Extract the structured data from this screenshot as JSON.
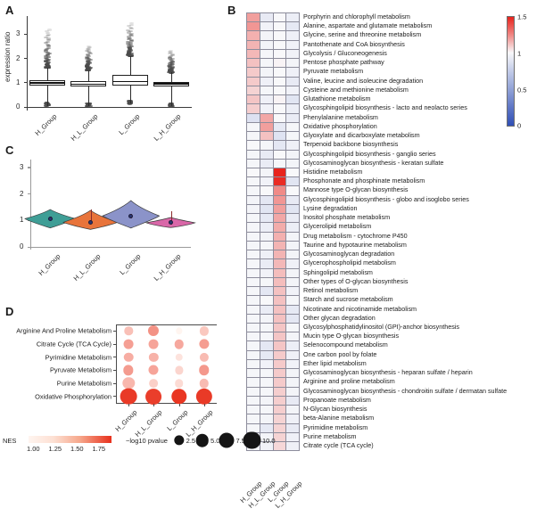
{
  "figure": {
    "panels": [
      "A",
      "B",
      "C",
      "D"
    ],
    "groups": [
      "H_Group",
      "H_L_Group",
      "L_Group",
      "L_H_Group"
    ]
  },
  "chart_data": [
    {
      "panel": "A",
      "type": "boxplot",
      "title": "",
      "xlabel": "",
      "ylabel": "expression ratio",
      "ylim": [
        0,
        3.6
      ],
      "yticks": [
        0,
        1,
        2,
        3
      ],
      "categories": [
        "H_Group",
        "H_L_Group",
        "L_Group",
        "L_H_Group"
      ],
      "boxes": [
        {
          "name": "H_Group",
          "min": 0.05,
          "q1": 0.88,
          "median": 1.0,
          "q3": 1.12,
          "max": 1.62,
          "outlier_high": 3.25,
          "outlier_low": 0.05
        },
        {
          "name": "H_L_Group",
          "min": 0.03,
          "q1": 0.84,
          "median": 0.94,
          "q3": 1.06,
          "max": 1.52,
          "outlier_high": 2.55,
          "outlier_low": 0.03
        },
        {
          "name": "L_Group",
          "min": 0.13,
          "q1": 0.88,
          "median": 1.04,
          "q3": 1.33,
          "max": 2.1,
          "outlier_high": 3.5,
          "outlier_low": 0.13
        },
        {
          "name": "L_H_Group",
          "min": 0.02,
          "q1": 0.86,
          "median": 0.95,
          "q3": 1.04,
          "max": 1.42,
          "outlier_high": 2.35,
          "outlier_low": 0.02
        }
      ]
    },
    {
      "panel": "B",
      "type": "heatmap",
      "title": "",
      "colorbar": {
        "min": 0,
        "max": 1.5,
        "ticks": [
          "1.5",
          "1",
          "0.5",
          "0"
        ],
        "low_color": "#2f4fb5",
        "mid_color": "#f7f7f7",
        "high_color": "#e8231c"
      },
      "columns": [
        "H_Group",
        "H_L_Group",
        "L_Group",
        "L_H_Group"
      ],
      "rows": [
        {
          "label": "Porphyrin and chlorophyll metabolism",
          "values": [
            1.2,
            0.93,
            1.0,
            0.95
          ]
        },
        {
          "label": "Alanine, aspartate and glutamate metabolism",
          "values": [
            1.22,
            0.97,
            1.0,
            0.92
          ]
        },
        {
          "label": "Glycine, serine and threonine metabolism",
          "values": [
            1.16,
            0.98,
            1.0,
            0.96
          ]
        },
        {
          "label": "Pantothenate and CoA biosynthesis",
          "values": [
            1.15,
            0.98,
            1.0,
            0.97
          ]
        },
        {
          "label": "Glycolysis / Gluconeogenesis",
          "values": [
            1.14,
            0.99,
            1.0,
            0.97
          ]
        },
        {
          "label": "Pentose phosphate pathway",
          "values": [
            1.12,
            0.99,
            1.01,
            0.98
          ]
        },
        {
          "label": "Pyruvate metabolism",
          "values": [
            1.1,
            0.98,
            1.0,
            0.96
          ]
        },
        {
          "label": "Valine, leucine and isoleucine degradation",
          "values": [
            1.1,
            0.96,
            1.0,
            0.93
          ]
        },
        {
          "label": "Cysteine and methionine metabolism",
          "values": [
            1.08,
            0.99,
            1.0,
            0.97
          ]
        },
        {
          "label": "Glutathione metabolism",
          "values": [
            1.11,
            0.96,
            1.01,
            0.9
          ]
        },
        {
          "label": "Glycosphingolipid biosynthesis - lacto and neolacto series",
          "values": [
            1.09,
            0.97,
            1.0,
            0.95
          ]
        },
        {
          "label": "Phenylalanine metabolism",
          "values": [
            0.88,
            1.18,
            1.0,
            0.94
          ]
        },
        {
          "label": "Oxidative phosphorylation",
          "values": [
            0.99,
            1.2,
            0.92,
            0.99
          ]
        },
        {
          "label": "Glyoxylate and dicarboxylate metabolism",
          "values": [
            0.99,
            1.12,
            0.89,
            0.99
          ]
        },
        {
          "label": "Terpenoid backbone biosynthesis",
          "values": [
            1.0,
            0.99,
            0.91,
            0.96
          ]
        },
        {
          "label": "Glycosphingolipid biosynthesis - ganglio series",
          "values": [
            0.99,
            0.93,
            1.0,
            0.98
          ]
        },
        {
          "label": "Glycosaminoglycan biosynthesis - keratan sulfate",
          "values": [
            0.99,
            0.94,
            0.99,
            0.98
          ]
        },
        {
          "label": "Histidine metabolism",
          "values": [
            1.0,
            0.98,
            1.5,
            1.0
          ]
        },
        {
          "label": "Phosphonate and phosphinate metabolism",
          "values": [
            0.99,
            0.97,
            1.48,
            0.9
          ]
        },
        {
          "label": "Mannose type O-glycan biosynthesis",
          "values": [
            0.99,
            1.0,
            1.25,
            1.0
          ]
        },
        {
          "label": "Glycosphingolipid biosynthesis - globo and isoglobo series",
          "values": [
            0.98,
            0.91,
            1.22,
            0.93
          ]
        },
        {
          "label": "Lysine degradation",
          "values": [
            0.98,
            0.9,
            1.2,
            0.9
          ]
        },
        {
          "label": "Inositol phosphate metabolism",
          "values": [
            0.99,
            0.92,
            1.18,
            0.94
          ]
        },
        {
          "label": "Glycerolipid metabolism",
          "values": [
            0.99,
            0.95,
            1.17,
            0.95
          ]
        },
        {
          "label": "Drug metabolism - cytochrome P450",
          "values": [
            0.99,
            0.98,
            1.16,
            0.98
          ]
        },
        {
          "label": "Taurine and hypotaurine metabolism",
          "values": [
            0.99,
            0.99,
            1.15,
            0.98
          ]
        },
        {
          "label": "Glycosaminoglycan degradation",
          "values": [
            0.99,
            0.96,
            1.15,
            0.98
          ]
        },
        {
          "label": "Glycerophospholipid metabolism",
          "values": [
            0.99,
            0.94,
            1.14,
            0.96
          ]
        },
        {
          "label": "Sphingolipid metabolism",
          "values": [
            0.99,
            0.97,
            1.13,
            0.98
          ]
        },
        {
          "label": "Other types of O-glycan biosynthesis",
          "values": [
            0.99,
            0.99,
            1.13,
            0.98
          ]
        },
        {
          "label": "Retinol metabolism",
          "values": [
            0.99,
            0.91,
            1.12,
            0.97
          ]
        },
        {
          "label": "Starch and sucrose metabolism",
          "values": [
            0.99,
            1.0,
            1.12,
            0.99
          ]
        },
        {
          "label": "Nicotinate and nicotinamide metabolism",
          "values": [
            0.99,
            0.94,
            1.12,
            0.92
          ]
        },
        {
          "label": "Other glycan degradation",
          "values": [
            0.99,
            0.98,
            1.12,
            0.91
          ]
        },
        {
          "label": "Glycosylphosphatidylinositol (GPI)-anchor biosynthesis",
          "values": [
            0.99,
            0.99,
            1.11,
            0.99
          ]
        },
        {
          "label": "Mucin type O-glycan biosynthesis",
          "values": [
            0.99,
            0.99,
            1.11,
            0.98
          ]
        },
        {
          "label": "Selenocompound metabolism",
          "values": [
            0.99,
            0.91,
            1.11,
            0.95
          ]
        },
        {
          "label": "One carbon pool by folate",
          "values": [
            0.99,
            0.92,
            1.1,
            0.96
          ]
        },
        {
          "label": "Ether lipid metabolism",
          "values": [
            0.99,
            0.97,
            1.1,
            0.97
          ]
        },
        {
          "label": "Glycosaminoglycan biosynthesis - heparan sulfate / heparin",
          "values": [
            0.99,
            0.99,
            1.1,
            0.98
          ]
        },
        {
          "label": "Arginine and proline metabolism",
          "values": [
            0.99,
            0.99,
            1.1,
            0.98
          ]
        },
        {
          "label": "Glycosaminoglycan biosynthesis - chondroitin sulfate / dermatan sulfate",
          "values": [
            0.99,
            0.99,
            1.09,
            0.98
          ]
        },
        {
          "label": "Propanoate metabolism",
          "values": [
            0.99,
            0.98,
            1.09,
            0.93
          ]
        },
        {
          "label": "N-Glycan biosynthesis",
          "values": [
            0.99,
            0.99,
            1.09,
            0.98
          ]
        },
        {
          "label": "beta-Alanine metabolism",
          "values": [
            0.99,
            0.98,
            1.08,
            0.96
          ]
        },
        {
          "label": "Pyrimidine metabolism",
          "values": [
            0.99,
            0.92,
            1.08,
            0.93
          ]
        },
        {
          "label": "Purine metabolism",
          "values": [
            0.99,
            0.98,
            1.08,
            0.96
          ]
        },
        {
          "label": "Citrate cycle (TCA cycle)",
          "values": [
            0.99,
            0.97,
            1.07,
            0.96
          ]
        }
      ]
    },
    {
      "panel": "C",
      "type": "violin",
      "title": "",
      "xlabel": "",
      "ylabel": "",
      "ylim": [
        0,
        3.2
      ],
      "yticks": [
        0,
        1,
        2,
        3
      ],
      "categories": [
        "H_Group",
        "H_L_Group",
        "L_Group",
        "L_H_Group"
      ],
      "violins": [
        {
          "name": "H_Group",
          "color": "#3f9e96",
          "center": 1.07,
          "width": 0.55,
          "spread_low": 0.72,
          "spread_high": 1.42,
          "err_low": 1.0,
          "err_high": 1.14
        },
        {
          "name": "H_L_Group",
          "color": "#e8743b",
          "center": 0.93,
          "width": 0.4,
          "spread_low": 0.66,
          "spread_high": 1.38,
          "err_low": 0.86,
          "err_high": 1.42
        },
        {
          "name": "L_Group",
          "color": "#8b93c9",
          "center": 1.16,
          "width": 0.3,
          "spread_low": 0.7,
          "spread_high": 1.74,
          "err_low": 1.08,
          "err_high": 1.24
        },
        {
          "name": "L_H_Group",
          "color": "#d967a8",
          "center": 0.92,
          "width": 0.62,
          "spread_low": 0.74,
          "spread_high": 1.12,
          "err_low": 0.84,
          "err_high": 1.34
        }
      ]
    },
    {
      "panel": "D",
      "type": "scatter",
      "title": "",
      "xlabel": "",
      "ylabel": "",
      "categories": [
        "H_Group",
        "H_L_Group",
        "L_Group",
        "L_H_Group"
      ],
      "pathways": [
        "Arginine And Proline Metabolism",
        "Citrate Cycle (TCA Cycle)",
        "Pyrimidine Metabolism",
        "Pyruvate Metabolism",
        "Purine Metabolism",
        "Oxidative Phosphorylation"
      ],
      "points": [
        {
          "pathway": "Arginine And Proline Metabolism",
          "group": "H_Group",
          "nes": 1.18,
          "neglog10p": 1.4
        },
        {
          "pathway": "Arginine And Proline Metabolism",
          "group": "H_L_Group",
          "nes": 1.38,
          "neglog10p": 3.0
        },
        {
          "pathway": "Arginine And Proline Metabolism",
          "group": "L_Group",
          "nes": 1.0,
          "neglog10p": 0.6
        },
        {
          "pathway": "Arginine And Proline Metabolism",
          "group": "L_H_Group",
          "nes": 1.15,
          "neglog10p": 1.8
        },
        {
          "pathway": "Citrate Cycle (TCA Cycle)",
          "group": "H_Group",
          "nes": 1.32,
          "neglog10p": 2.2
        },
        {
          "pathway": "Citrate Cycle (TCA Cycle)",
          "group": "H_L_Group",
          "nes": 1.3,
          "neglog10p": 2.2
        },
        {
          "pathway": "Citrate Cycle (TCA Cycle)",
          "group": "L_Group",
          "nes": 1.28,
          "neglog10p": 2.0
        },
        {
          "pathway": "Citrate Cycle (TCA Cycle)",
          "group": "L_H_Group",
          "nes": 1.33,
          "neglog10p": 2.4
        },
        {
          "pathway": "Pyrimidine Metabolism",
          "group": "H_Group",
          "nes": 1.26,
          "neglog10p": 2.0
        },
        {
          "pathway": "Pyrimidine Metabolism",
          "group": "H_L_Group",
          "nes": 1.24,
          "neglog10p": 1.9
        },
        {
          "pathway": "Pyrimidine Metabolism",
          "group": "L_Group",
          "nes": 1.05,
          "neglog10p": 1.0
        },
        {
          "pathway": "Pyrimidine Metabolism",
          "group": "L_H_Group",
          "nes": 1.2,
          "neglog10p": 1.8
        },
        {
          "pathway": "Pyruvate Metabolism",
          "group": "H_Group",
          "nes": 1.34,
          "neglog10p": 2.5
        },
        {
          "pathway": "Pyruvate Metabolism",
          "group": "H_L_Group",
          "nes": 1.3,
          "neglog10p": 2.3
        },
        {
          "pathway": "Pyruvate Metabolism",
          "group": "L_Group",
          "nes": 1.1,
          "neglog10p": 1.3
        },
        {
          "pathway": "Pyruvate Metabolism",
          "group": "L_H_Group",
          "nes": 1.35,
          "neglog10p": 2.6
        },
        {
          "pathway": "Purine Metabolism",
          "group": "H_Group",
          "nes": 1.22,
          "neglog10p": 4.0
        },
        {
          "pathway": "Purine Metabolism",
          "group": "H_L_Group",
          "nes": 1.12,
          "neglog10p": 1.6
        },
        {
          "pathway": "Purine Metabolism",
          "group": "L_Group",
          "nes": 1.08,
          "neglog10p": 1.5
        },
        {
          "pathway": "Purine Metabolism",
          "group": "L_H_Group",
          "nes": 1.2,
          "neglog10p": 2.0
        },
        {
          "pathway": "Oxidative Phosphorylation",
          "group": "H_Group",
          "nes": 1.8,
          "neglog10p": 9.5
        },
        {
          "pathway": "Oxidative Phosphorylation",
          "group": "H_L_Group",
          "nes": 1.78,
          "neglog10p": 8.5
        },
        {
          "pathway": "Oxidative Phosphorylation",
          "group": "L_Group",
          "nes": 1.82,
          "neglog10p": 8.0
        },
        {
          "pathway": "Oxidative Phosphorylation",
          "group": "L_H_Group",
          "nes": 1.8,
          "neglog10p": 9.0
        }
      ],
      "legend": {
        "nes_title": "NES",
        "nes_ticks": [
          "1.00",
          "1.25",
          "1.50",
          "1.75"
        ],
        "nes_low_color": "#fff5f0",
        "nes_high_color": "#e8301c",
        "size_title": "−log10 pvalue",
        "size_ticks": [
          "2.5",
          "5.0",
          "7.5",
          "10.0"
        ]
      }
    }
  ],
  "panelA": {
    "letter": "A",
    "ylabel": "expression ratio",
    "yticks": [
      "0",
      "1",
      "2",
      "3"
    ]
  },
  "panelB": {
    "letter": "B"
  },
  "panelC": {
    "letter": "C",
    "yticks": [
      "0",
      "1",
      "2",
      "3"
    ]
  },
  "panelD": {
    "letter": "D"
  }
}
